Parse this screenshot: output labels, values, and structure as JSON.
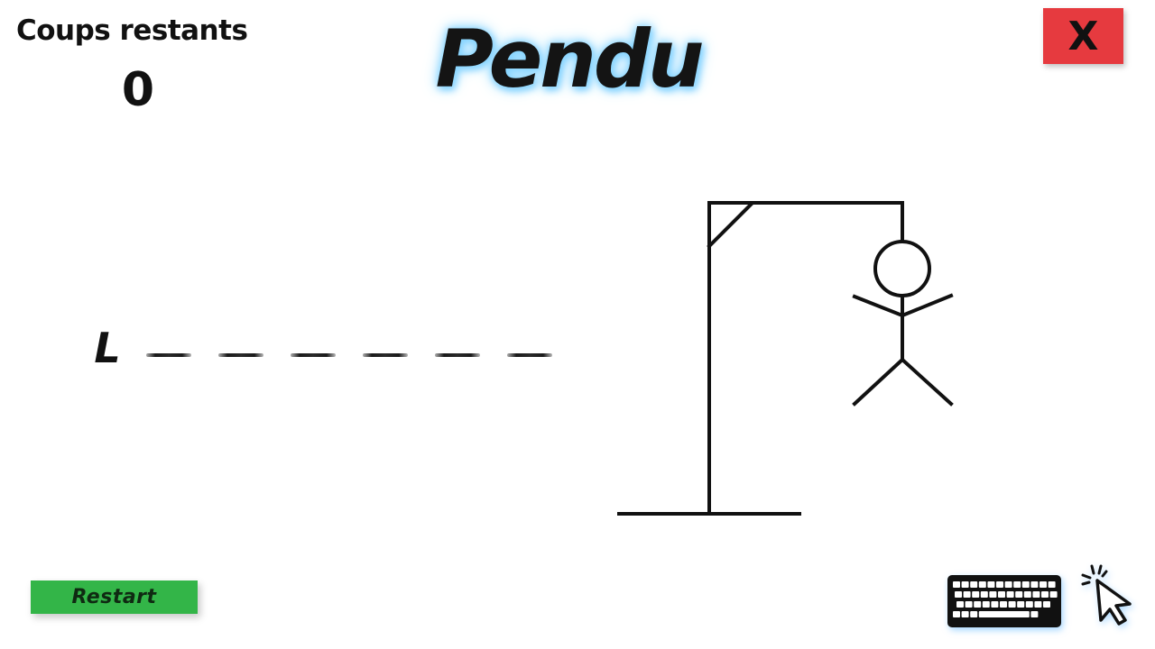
{
  "hud": {
    "remaining_label": "Coups restants",
    "remaining_value": "0"
  },
  "header": {
    "title": "Pendu"
  },
  "close_button": {
    "label": "X",
    "color": "#e63a3f"
  },
  "word": {
    "slots": [
      "L",
      "",
      "",
      "",
      "",
      "",
      ""
    ]
  },
  "footer": {
    "restart_label": "Restart",
    "restart_color": "#33b548",
    "keyboard_icon": "keyboard-icon",
    "pointer_icon": "cursor-click-icon"
  }
}
